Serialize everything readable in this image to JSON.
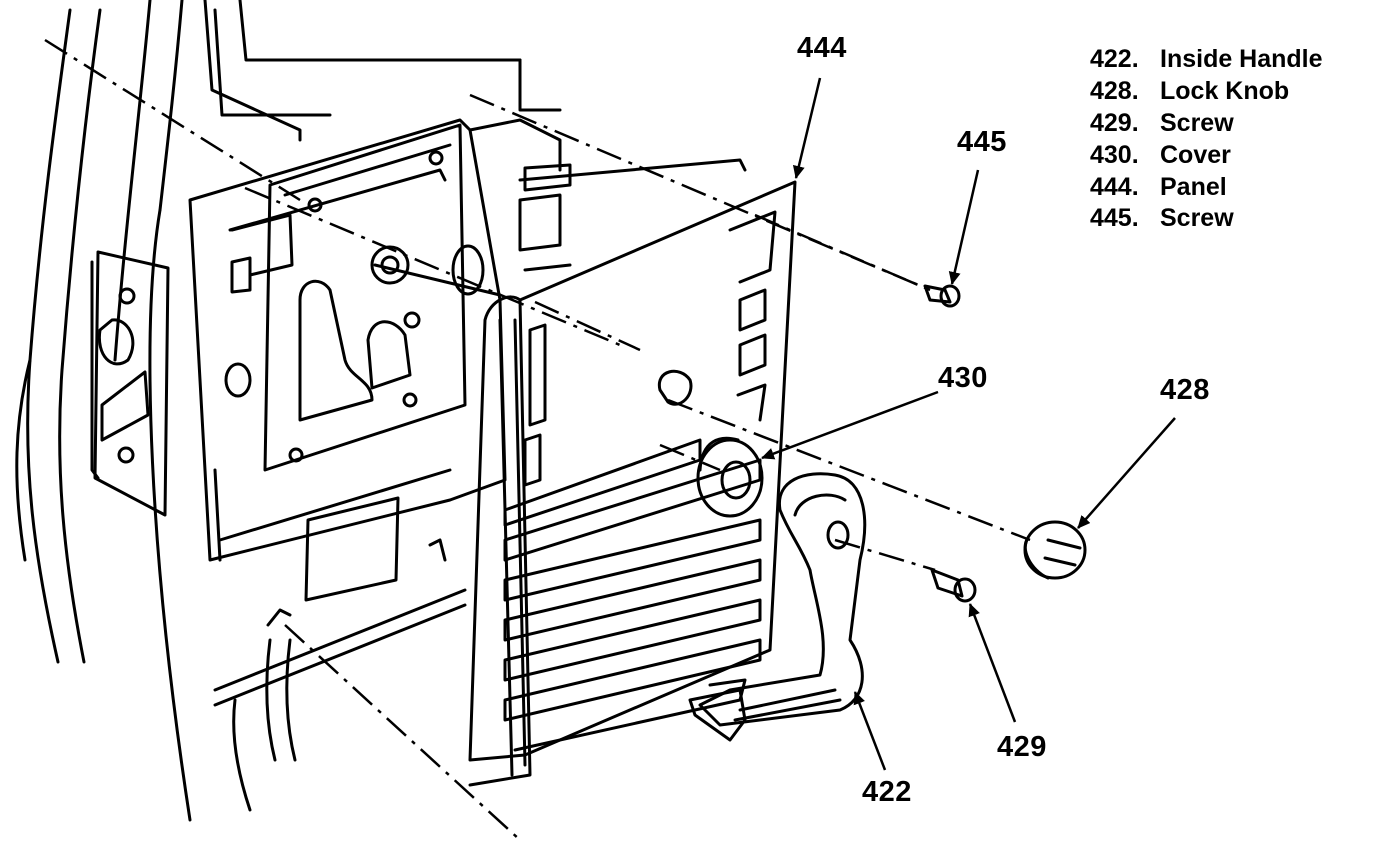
{
  "callouts": {
    "c444": "444",
    "c445": "445",
    "c430": "430",
    "c428": "428",
    "c429": "429",
    "c422": "422"
  },
  "legend": [
    {
      "num": "422.",
      "label": "Inside Handle"
    },
    {
      "num": "428.",
      "label": "Lock Knob"
    },
    {
      "num": "429.",
      "label": "Screw"
    },
    {
      "num": "430.",
      "label": "Cover"
    },
    {
      "num": "444.",
      "label": "Panel"
    },
    {
      "num": "445.",
      "label": "Screw"
    }
  ],
  "colors": {
    "ink": "#000000",
    "paper": "#ffffff"
  }
}
